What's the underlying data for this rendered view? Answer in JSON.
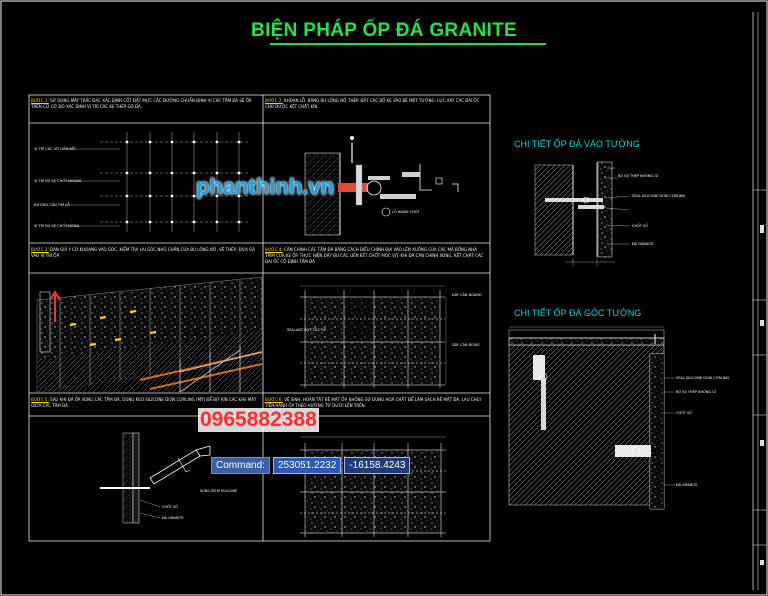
{
  "title": "BIỆN PHÁP ỐP ĐÁ GRANITE",
  "section_titles": {
    "wall_detail": "CHI TIẾT ỐP ĐÁ VÀO TƯỜNG",
    "corner_detail": "CHI TIẾT ỐP ĐÁ GÓC TƯỜNG"
  },
  "steps": {
    "s1": {
      "tag": "BƯỚC 1:",
      "text": "SỬ DỤNG MÁY TRẮC ĐẠC XÁC ĐỊNH CỐT ĐẶT MỰC CÁC ĐƯỜNG CHUẨN ĐỊNH VỊ CÁC TẤM ĐÁ SẼ ỐP. TRÊN CƠ CỞ ĐÓ XÁC ĐỊNH VỊ TRÍ CÁC KẸ THÉP GÔ ĐÁ."
    },
    "s2": {
      "tag": "BƯỚC 2:",
      "text": "KHOAN LỖ, BẮNG BU LÔNG NỞ THÉP. ĐẶT CÁC BỐ KẸ VÀO BÊ MẶT TƯỜNG. LỰC XÁY CÁC ĐAI ỐC CHO ĐƯỢC KẾT CHẶT KÍN."
    },
    "s3": {
      "tag": "BƯỚC 3:",
      "text": "DÀN GIÁ Y CỬ KHOANG VÀO GÓC. KIỂM TRA LẠI GÓC NHỎ CHẮN CỦA BU LÔNG NỞ, VẼ THÉP, ĐƯA GÁ VÀO VỊ TRÍ ỐP."
    },
    "s4": {
      "tag": "BƯỚC 4:",
      "text": "CĂN CHỈNH CÁC TẤM ĐÁ BẰNG CÁCH ĐIỀU CHỈNH ĐỊA VÀO LÊN XUỐNG CỦA CÁC MÁ BỐNG NHÁ TRÍM CỦA KẸ ỐP. THỰC HIỆN ĐẶY BU CÁC LIÊN KẾT CHỐT MÓC VỊT. KHI ĐÃ CĂN CHỈNH XONG, KẾT CHẶT CÁC ĐAI ỐC CỐ ĐỊNH TẤM ĐÁ."
    },
    "s5": {
      "tag": "BƯỚC 5:",
      "text": "SAU KHI ĐÃ ỐP XONG CÁC TẤM ĐÁ, DÙNG KEO SILICONE DOW CORLING (MỸ) ĐỂ BỊT KÍN CÁC KHE MẶT GIỮA CÁC TẤM ĐÁ."
    },
    "s6": {
      "tag": "BƯỚC 6:",
      "text": "VỆ SINH, HOÀN TẤT BỀ MẶT ỐP. KHÔNG SỬ DỤNG HOÁ CHẤT ĐỂ LÀM SẠCH BỀ MẶT ĐÁ. LAU CHÙI TIẾN HÀNH ỐP THEO HƯỚNG TỪ DƯỚI LÊN TRÊN."
    }
  },
  "callouts": {
    "c1": "VỊ TRÍ CÁC VÍT LIÊN KẾT",
    "c2": "VỊ TRÍ BỘ KẸ CHỐT NGANG",
    "c3": "ĐƯỜNG CĂN TIM LỖ",
    "c4": "VỊ TRÍ BỘ KẸ CHỐT ĐỨNG",
    "c5": "LỖ NGÀM CHỐT",
    "c6": "SEALANT BỌT TỨC ỐP",
    "c7": "DÂY CĂN NGANG",
    "c8": "DÂY CĂN ĐỨNG",
    "c9": "SÚNG BƠM SILICONE",
    "c10": "CHỐT SỐ",
    "c11": "ĐÁ GRANITE",
    "c12": "BỘ KẸ THÉP KHÔNG GỈ",
    "c13": "SEAL SILICONE DOW CORLING",
    "c14": "CHỐT SỐ",
    "c15": "ĐÁ GRANITE",
    "c16": "SEAL SILICONE DOW CORLING",
    "c17": "BỘ KẸ THÉP KHÔNG GỈ",
    "c18": "CHỐT SỐ",
    "c19": "ĐÁ GRANITE"
  },
  "watermark": "phanthinh.vn",
  "phone": "0965882388",
  "command": {
    "label": "Command:",
    "x": "253051.2232",
    "y": "-16158.4243"
  },
  "colors": {
    "title": "#22e34a",
    "cyan": "#00d8d8",
    "watermark": "#1aa0e8",
    "phone": "#ff2d2d"
  }
}
